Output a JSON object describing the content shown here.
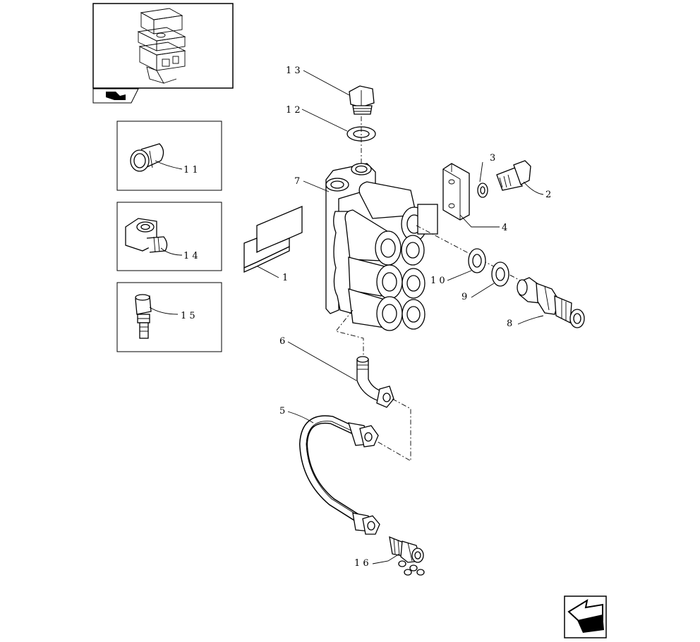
{
  "callouts": {
    "c1": "1",
    "c2": "2",
    "c3": "3",
    "c4": "4",
    "c5": "5",
    "c6": "6",
    "c7": "7",
    "c8": "8",
    "c9": "9",
    "c10": "1 0",
    "c11": "1 1",
    "c12": "1 2",
    "c13": "1 3",
    "c14": "1 4",
    "c15": "1 5",
    "c16": "1 6"
  },
  "icons": {
    "overview": "assembly-thumbnail-icon",
    "nav_back": "return-arrow-icon",
    "thumb_tab": "hand-book-icon"
  }
}
